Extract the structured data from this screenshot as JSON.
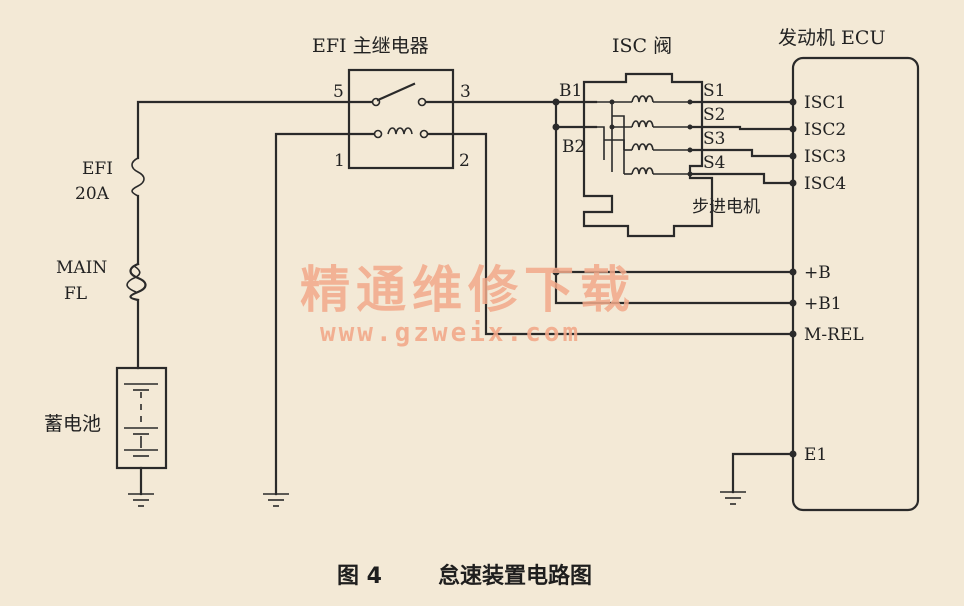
{
  "relay": {
    "title": "EFI 主继电器",
    "pin5": "5",
    "pin3": "3",
    "pin1": "1",
    "pin2": "2"
  },
  "isc_valve": {
    "title": "ISC 阀",
    "b1": "B1",
    "b2": "B2",
    "s1": "S1",
    "s2": "S2",
    "s3": "S3",
    "s4": "S4",
    "motor": "步进电机"
  },
  "ecu": {
    "title": "发动机 ECU",
    "pins": [
      "ISC1",
      "ISC2",
      "ISC3",
      "ISC4",
      "+B",
      "+B1",
      "M-REL",
      "E1"
    ]
  },
  "fuse_efi": {
    "line1": "EFI",
    "line2": "20A"
  },
  "fuse_main": {
    "line1": "MAIN",
    "line2": "FL"
  },
  "battery": {
    "label": "蓄电池"
  },
  "watermark": {
    "cn": "精通维修下载",
    "url": "www.gzweix.com"
  },
  "caption": {
    "fig": "图 4",
    "title": "怠速装置电路图"
  }
}
